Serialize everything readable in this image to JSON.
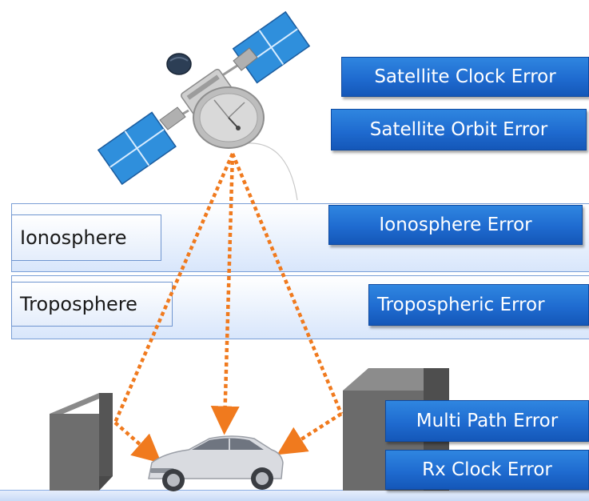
{
  "layers": {
    "ionosphere_label": "Ionosphere",
    "troposphere_label": "Troposphere"
  },
  "errors": {
    "satellite_clock": "Satellite Clock Error",
    "satellite_orbit": "Satellite Orbit Error",
    "ionosphere": "Ionosphere Error",
    "tropospheric": "Tropospheric Error",
    "multi_path": "Multi Path Error",
    "rx_clock": "Rx Clock Error"
  },
  "colors": {
    "error_box": "#1f6bd0",
    "signal_path": "#f07a1e",
    "solar_panel": "#2f8fdc",
    "building": "#6e6e6e",
    "layer_border": "#7a9fd6"
  },
  "icons": [
    "satellite-icon",
    "car-icon",
    "building-icon"
  ]
}
